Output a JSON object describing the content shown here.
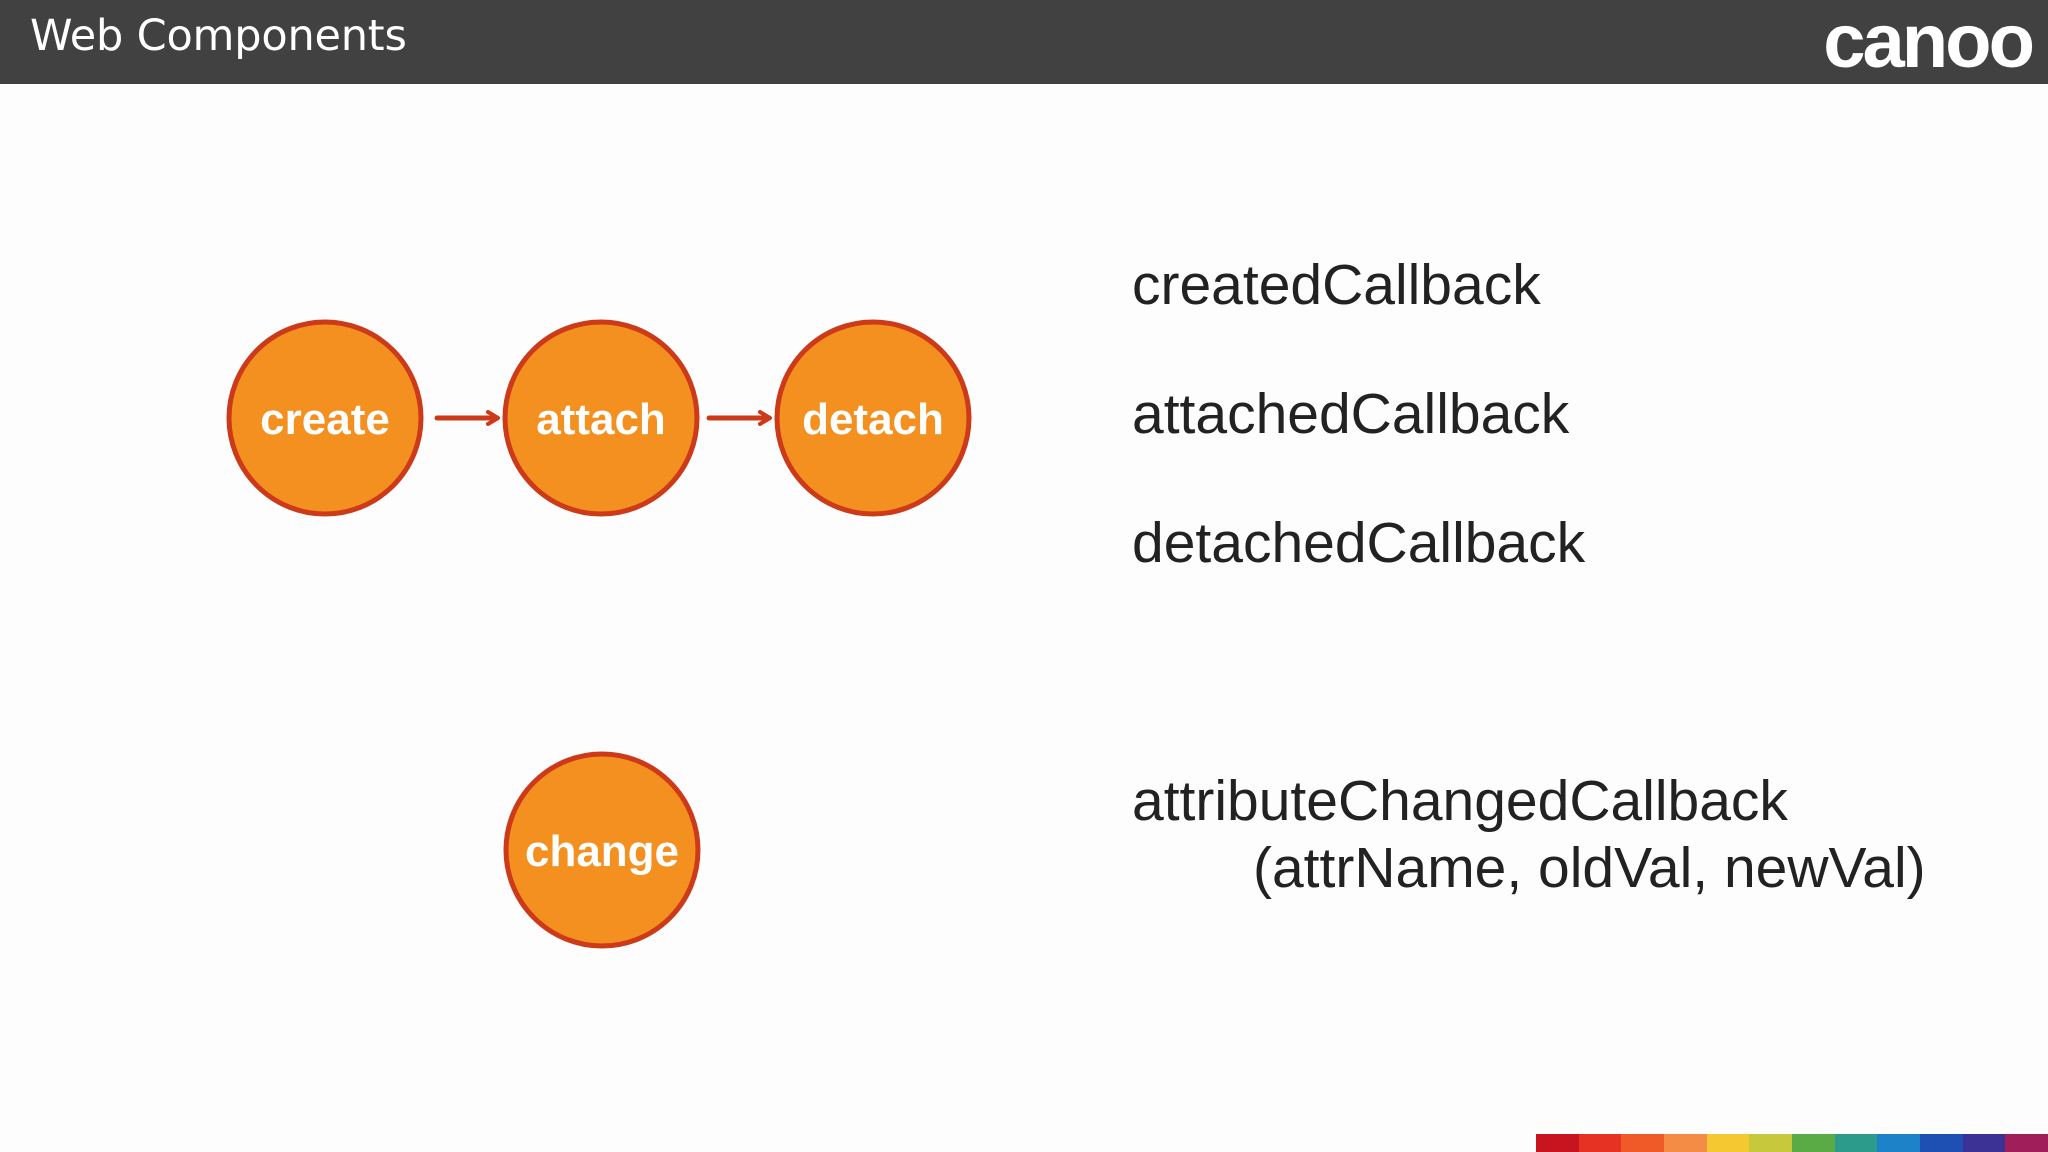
{
  "header": {
    "title": "Web Components",
    "brand": "canoo",
    "background": "#414141"
  },
  "lifecycle": {
    "nodes": [
      {
        "label": "create"
      },
      {
        "label": "attach"
      },
      {
        "label": "detach"
      },
      {
        "label": "change"
      }
    ],
    "node_fill": "#f39020",
    "node_stroke": "#cc3a1a",
    "arrow_color": "#cc3a1a"
  },
  "callbacks": {
    "created": "createdCallback",
    "attached": "attachedCallback",
    "detached": "detachedCallback",
    "attribute_changed": "attributeChangedCallback",
    "attribute_changed_args": "(attrName, oldVal, newVal)"
  },
  "footer": {
    "color_strip": [
      "#c8141e",
      "#e63223",
      "#f05a28",
      "#f58c46",
      "#f5c832",
      "#c8c83c",
      "#5aaa46",
      "#2d9b8c",
      "#1e82c8",
      "#1e50b4",
      "#3c3296",
      "#a01e5a"
    ]
  }
}
